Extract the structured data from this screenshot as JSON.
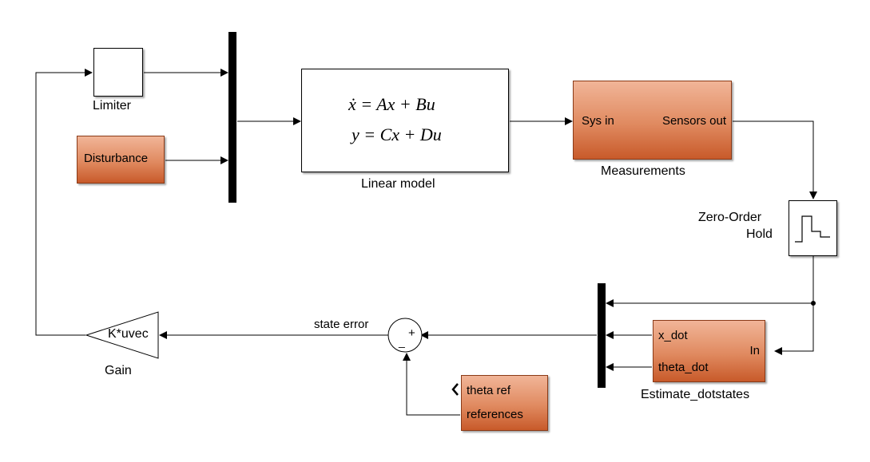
{
  "blocks": {
    "limiter": {
      "label": "Limiter"
    },
    "disturbance": {
      "text": "Disturbance"
    },
    "linear_model": {
      "label": "Linear model",
      "eq1": "ẋ = Ax + Bu",
      "eq2": "y = Cx + Du"
    },
    "measurements": {
      "label": "Measurements",
      "in_port": "Sys in",
      "out_port": "Sensors out"
    },
    "zoh": {
      "label_line1": "Zero-Order",
      "label_line2": "Hold"
    },
    "estimate": {
      "label": "Estimate_dotstates",
      "port_out1": "x_dot",
      "port_out2": "theta_dot",
      "port_in": "In"
    },
    "sum": {
      "signs": "-+",
      "minus": "_",
      "plus": "+"
    },
    "references": {
      "port_out": "theta ref",
      "label": "references"
    },
    "gain": {
      "text": "K*uvec",
      "label": "Gain"
    }
  },
  "signals": {
    "state_error": "state error"
  },
  "colors": {
    "orange_top": "#f1b598",
    "orange_bottom": "#c85a2a",
    "line": "#000000"
  }
}
